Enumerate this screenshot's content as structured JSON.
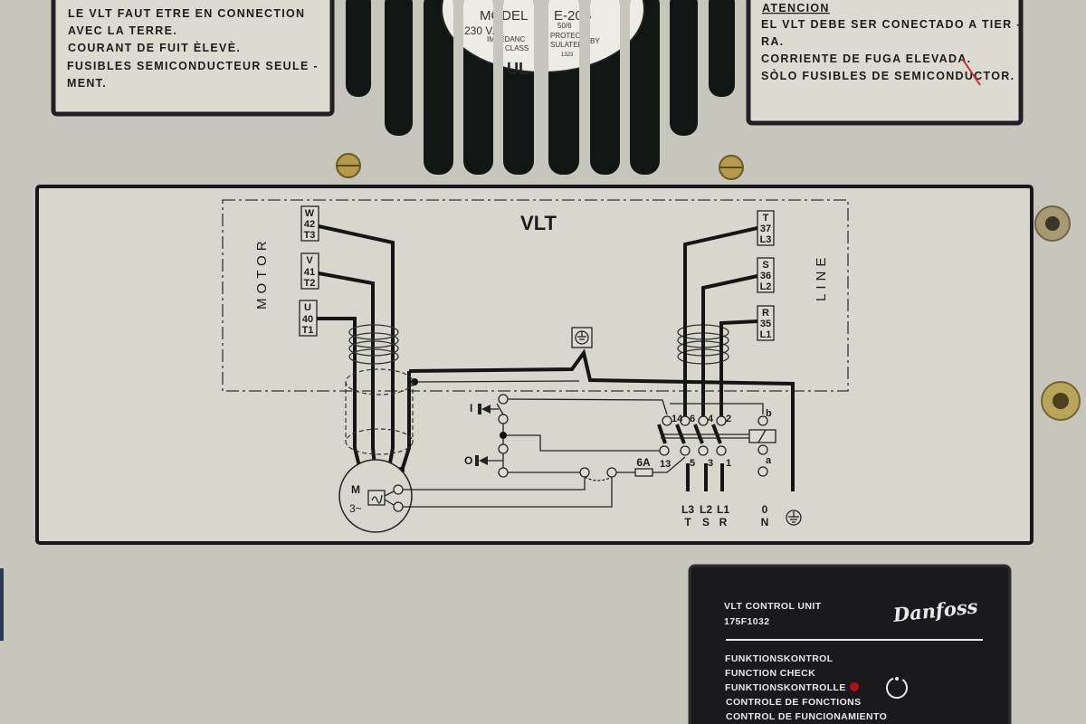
{
  "warning_fr": {
    "lines": [
      "LE VLT FAUT ETRE EN CONNECTION",
      "AVEC LA TERRE.",
      "COURANT DE FUIT ÈLEVÈ.",
      "FUSIBLES SEMICONDUCTEUR SEULE -",
      "MENT."
    ]
  },
  "warning_es": {
    "heading": "ATENCION",
    "lines": [
      "EL VLT DEBE SER CONECTADO A TIER -",
      "RA.",
      "CORRIENTE DE FUGA ELEVADA.",
      "SÒLO FUSIBLES DE SEMICONDUCTOR."
    ]
  },
  "fan_label": {
    "fragments": [
      "MODEL",
      "E-20B",
      "230 V.",
      "50/6",
      "IMPEDANC",
      "PROTECT",
      "CLASS",
      "SULATED",
      "BY",
      "UL",
      "1323"
    ]
  },
  "diagram": {
    "title": "VLT",
    "motor_label": "MOTOR",
    "line_label": "LINE",
    "motor_terminals": [
      {
        "lines": [
          "W",
          "42",
          "T3"
        ]
      },
      {
        "lines": [
          "V",
          "41",
          "T2"
        ]
      },
      {
        "lines": [
          "U",
          "40",
          "T1"
        ]
      }
    ],
    "line_terminals": [
      {
        "lines": [
          "T",
          "37",
          "L3"
        ]
      },
      {
        "lines": [
          "S",
          "36",
          "L2"
        ]
      },
      {
        "lines": [
          "R",
          "35",
          "L1"
        ]
      }
    ],
    "motor": {
      "letter": "M",
      "phase": "3~"
    },
    "switch_on": "I",
    "switch_off": "O",
    "fuse": "6A",
    "contact_top": [
      "14",
      "6",
      "4",
      "2"
    ],
    "contact_bottom": [
      "13",
      "5",
      "3",
      "1"
    ],
    "relay": {
      "top": "b",
      "bottom": "a"
    },
    "supply": [
      {
        "top": "L3",
        "bottom": "T"
      },
      {
        "top": "L2",
        "bottom": "S"
      },
      {
        "top": "L1",
        "bottom": "R"
      },
      {
        "top": "0",
        "bottom": "N"
      }
    ]
  },
  "control_unit": {
    "title": "VLT CONTROL UNIT",
    "part_number": "175F1032",
    "brand": "Danfoss",
    "function_lines": [
      "FUNKTIONSKONTROL",
      "FUNCTION CHECK",
      "FUNKTIONSKONTROLLE",
      "CONTROLE DE FONCTIONS",
      "CONTROL DE FUNCIONAMIENTO"
    ],
    "led_color": "#b01010"
  }
}
